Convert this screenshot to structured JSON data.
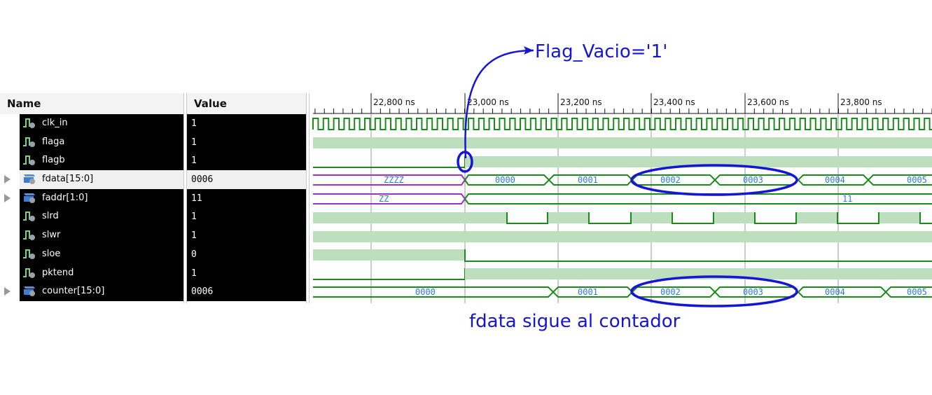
{
  "header": {
    "name": "Name",
    "value": "Value"
  },
  "signals": [
    {
      "name": "clk_in",
      "value": "1",
      "kind": "bit"
    },
    {
      "name": "flaga",
      "value": "1",
      "kind": "bit"
    },
    {
      "name": "flagb",
      "value": "1",
      "kind": "bit"
    },
    {
      "name": "fdata[15:0]",
      "value": "0006",
      "kind": "bus",
      "selected": true
    },
    {
      "name": "faddr[1:0]",
      "value": "11",
      "kind": "bus"
    },
    {
      "name": "slrd",
      "value": "1",
      "kind": "bit"
    },
    {
      "name": "slwr",
      "value": "1",
      "kind": "bit"
    },
    {
      "name": "sloe",
      "value": "0",
      "kind": "bit"
    },
    {
      "name": "pktend",
      "value": "1",
      "kind": "bit"
    },
    {
      "name": "counter[15:0]",
      "value": "0006",
      "kind": "bus"
    }
  ],
  "timeline": {
    "ticks": [
      "22,800 ns",
      "23,000 ns",
      "23,200 ns",
      "23,400 ns",
      "23,600 ns",
      "23,800 ns"
    ],
    "fdata_labels": [
      "ZZZZ",
      "0000",
      "0001",
      "0002",
      "0003",
      "0004",
      "0005"
    ],
    "faddr_labels": [
      "ZZ",
      "11"
    ],
    "counter_labels": [
      "0000",
      "0001",
      "0002",
      "0003",
      "0004",
      "0005"
    ]
  },
  "annotations": {
    "top": "Flag_Vacio='1'",
    "bottom": "fdata sigue al contador"
  },
  "colors": {
    "wave_green": "#1a8a1a",
    "wave_fill": "#bddfbd",
    "undefined_purple": "#a030c0",
    "bus_text": "#2a7ae2",
    "annotation_blue": "#1515d6"
  }
}
